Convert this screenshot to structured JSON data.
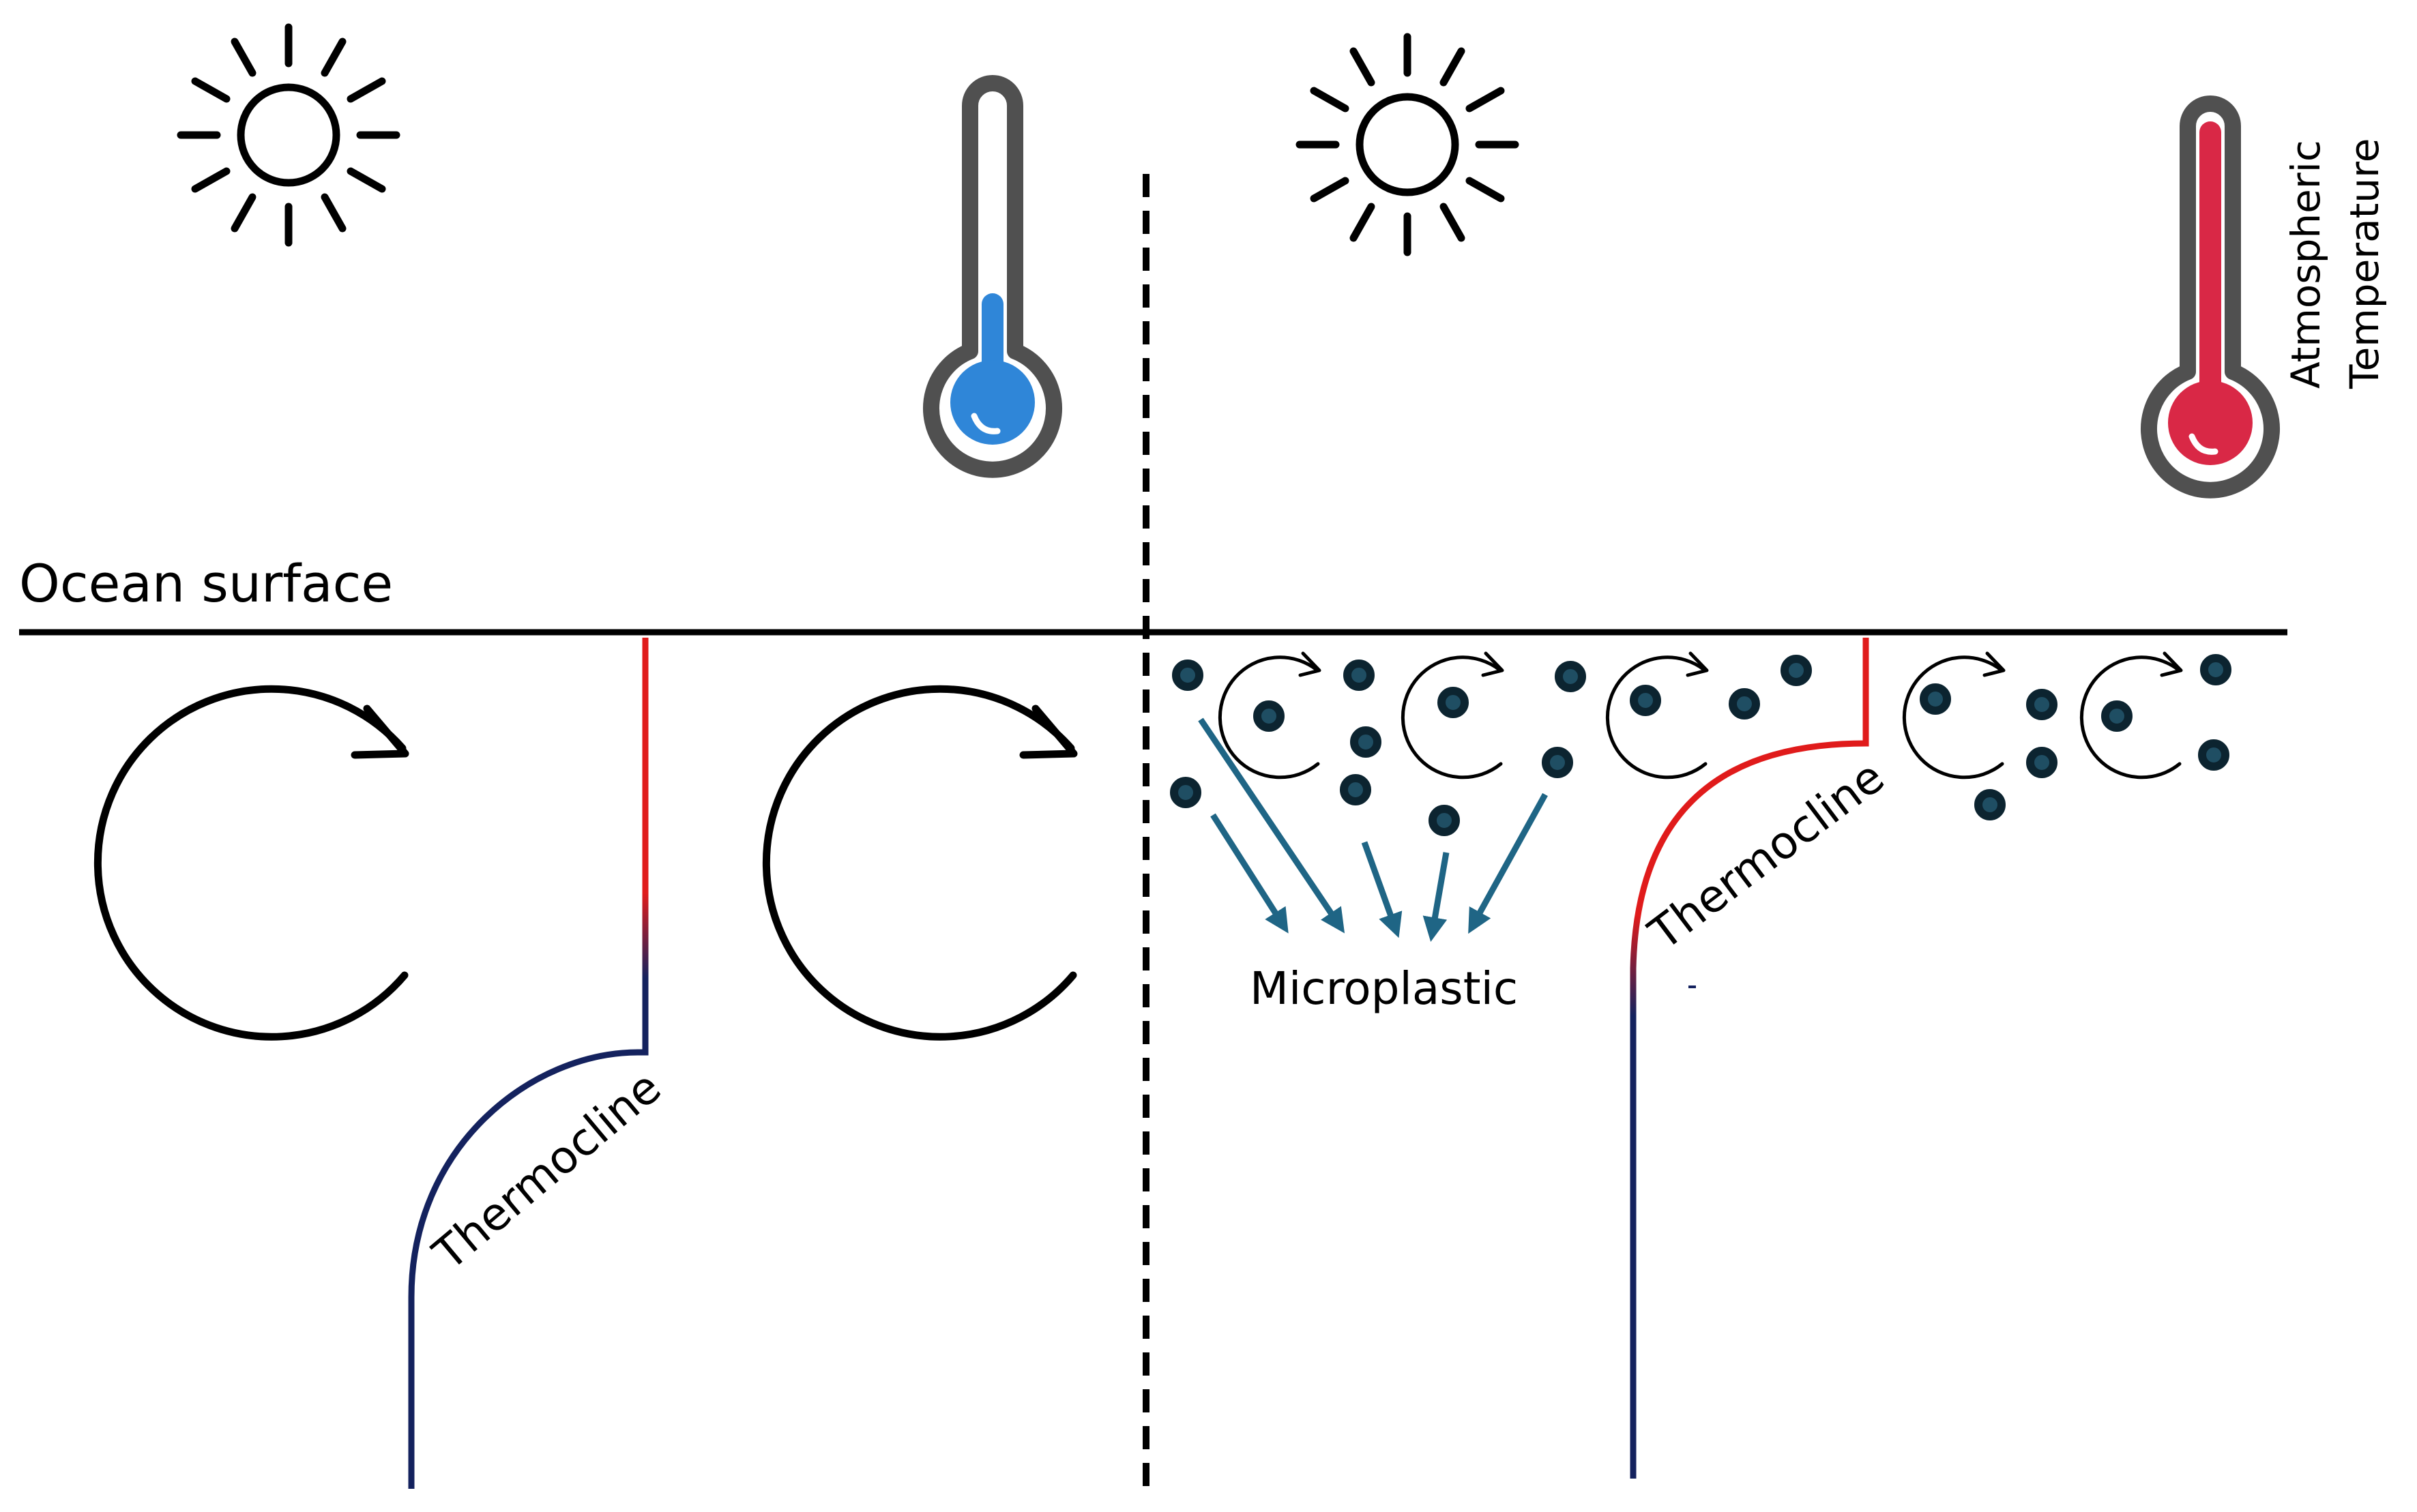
{
  "labels": {
    "ocean_surface": "Ocean surface",
    "thermocline_left": "Thermocline",
    "thermocline_right": "Thermocline",
    "microplastic": "Microplastic",
    "atmospheric_line1": "Atmospheric",
    "atmospheric_line2": "Temperature"
  },
  "colors": {
    "line": "#000000",
    "thermocline_warm": "#e01b1b",
    "thermocline_cold": "#14225e",
    "particle_fill": "#1f4e63",
    "particle_stroke": "#0c2430",
    "arrow": "#1f6585",
    "cold_thermometer": "#2f86d8",
    "warm_thermometer": "#d92846",
    "thermometer_frame": "#505050"
  },
  "icons": {
    "left_sun": "sun-icon",
    "right_sun": "sun-icon",
    "left_thermometer": "cold-thermometer-icon",
    "right_thermometer": "hot-thermometer-icon"
  }
}
